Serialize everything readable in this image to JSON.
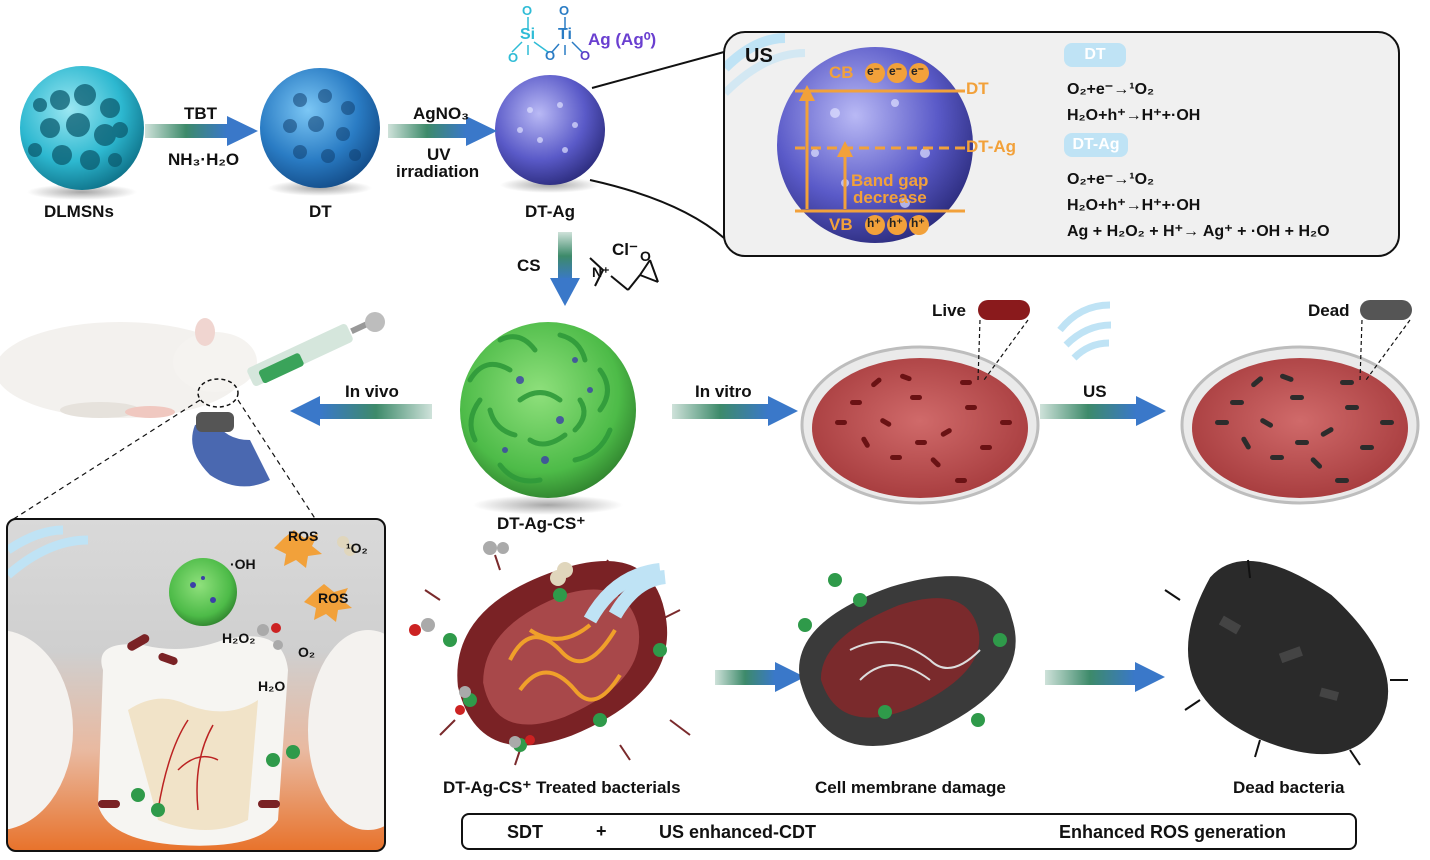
{
  "synthesis": {
    "dlmsns": "DLMSNs",
    "dt": "DT",
    "dt_ag": "DT-Ag",
    "tbt": "TBT",
    "nh3h2o": "NH₃·H₂O",
    "agno3": "AgNO₃",
    "uv": "UV",
    "irradiation": "irradiation",
    "ag_label": "Ag (Ag⁰)",
    "si": "Si",
    "ti": "Ti",
    "o": "O",
    "cs": "CS",
    "cl": "Cl⁻",
    "n": "N⁺",
    "cs_product": "DT-Ag-CS⁺"
  },
  "mechanism": {
    "us": "US",
    "cb": "CB",
    "vb": "VB",
    "e": "e⁻",
    "h": "h⁺",
    "dt_line": "DT",
    "dtag_line": "DT-Ag",
    "band_gap_1": "Band gap",
    "band_gap_2": "decrease",
    "dt_pill": "DT",
    "dtag_pill": "DT-Ag",
    "eq1": "O₂+e⁻→¹O₂",
    "eq2": "H₂O+h⁺→H⁺+·OH",
    "eq3": "O₂+e⁻→¹O₂",
    "eq4": "H₂O+h⁺→H⁺+·OH",
    "eq5": "Ag + H₂O₂ + H⁺→ Ag⁺ + ·OH + H₂O"
  },
  "routes": {
    "in_vivo": "In vivo",
    "in_vitro": "In vitro",
    "us": "US",
    "live": "Live",
    "dead": "Dead"
  },
  "inset": {
    "ros_1": "ROS",
    "ros_2": "ROS",
    "oh": "·OH",
    "singlet_o2": "¹O₂",
    "h2o2": "H₂O₂",
    "o2": "O₂",
    "h2o": "H₂O"
  },
  "bottom": {
    "treated": "DT-Ag-CS⁺ Treated bacterials",
    "membrane": "Cell membrane damage",
    "dead": "Dead bacteria"
  },
  "footer": {
    "sdt": "SDT",
    "plus": "+",
    "cdt": "US enhanced-CDT",
    "result": "Enhanced ROS generation"
  },
  "colors": {
    "arrow_blue": "#3a78c9",
    "arrow_green": "#3d8a6a",
    "band_orange": "#f2a13a",
    "dlmsn_cyan": "#2db8d0",
    "dt_blue": "#2a7cc4",
    "dtag_purple": "#5a5ac8",
    "cs_green": "#4dbb48",
    "dish_red": "#b8484a"
  }
}
